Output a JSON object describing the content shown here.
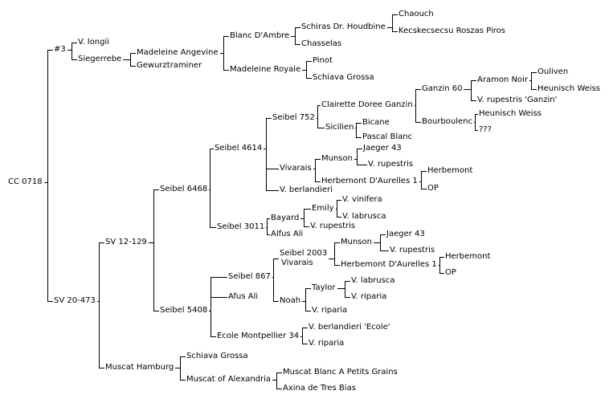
{
  "tree": {
    "name": "CC 0718",
    "children": [
      {
        "name": "#3",
        "children": [
          {
            "name": "V. longii"
          },
          {
            "name": "Siegerrebe",
            "children": [
              {
                "name": "Madeleine Angevine",
                "children": [
                  {
                    "name": "Blanc D'Ambre",
                    "children": [
                      {
                        "name": "Schiras Dr. Houdbine",
                        "children": [
                          {
                            "name": "Chaouch"
                          },
                          {
                            "name": "Kecskecsecsu Roszas Piros"
                          }
                        ]
                      },
                      {
                        "name": "Chasselas"
                      }
                    ]
                  },
                  {
                    "name": "Madeleine Royale",
                    "children": [
                      {
                        "name": "Pinot"
                      },
                      {
                        "name": "Schiava Grossa"
                      }
                    ]
                  }
                ]
              },
              {
                "name": "Gewurztraminer"
              }
            ]
          }
        ]
      },
      {
        "name": "SV 20-473",
        "children": [
          {
            "name": "SV 12-129",
            "children": [
              {
                "name": "Seibel 6468",
                "children": [
                  {
                    "name": "Seibel 4614",
                    "children": [
                      {
                        "name": "Seibel 752",
                        "children": [
                          {
                            "name": "Clairette Doree Ganzin",
                            "children": [
                              {
                                "name": "Ganzin 60",
                                "children": [
                                  {
                                    "name": "Aramon Noir",
                                    "children": [
                                      {
                                        "name": "Ouliven"
                                      },
                                      {
                                        "name": "Heunisch Weiss"
                                      }
                                    ]
                                  },
                                  {
                                    "name": "V. rupestris 'Ganzin'"
                                  }
                                ]
                              },
                              {
                                "name": "Bourboulenc",
                                "children": [
                                  {
                                    "name": "Heunisch Weiss"
                                  },
                                  {
                                    "name": "???"
                                  }
                                ]
                              }
                            ]
                          },
                          {
                            "name": "Sicilien",
                            "children": [
                              {
                                "name": "Bicane"
                              },
                              {
                                "name": "Pascal Blanc"
                              }
                            ]
                          }
                        ]
                      },
                      {
                        "name": "Vivarais",
                        "children": [
                          {
                            "name": "Munson",
                            "children": [
                              {
                                "name": "Jaeger 43"
                              },
                              {
                                "name": "V. rupestris"
                              }
                            ]
                          },
                          {
                            "name": "Herbemont D'Aurelles 1",
                            "children": [
                              {
                                "name": "Herbemont"
                              },
                              {
                                "name": "OP"
                              }
                            ]
                          }
                        ]
                      },
                      {
                        "name": "V. berlandieri"
                      }
                    ]
                  },
                  {
                    "name": "Seibel 3011",
                    "children": [
                      {
                        "name": "Bayard",
                        "children": [
                          {
                            "name": "Emily",
                            "children": [
                              {
                                "name": "V. vinifera"
                              },
                              {
                                "name": "V. labrusca"
                              }
                            ]
                          },
                          {
                            "name": "V. rupestris"
                          }
                        ]
                      },
                      {
                        "name": "Alfus Ali"
                      }
                    ]
                  }
                ]
              },
              {
                "name": "Seibel 5408",
                "children": [
                  {
                    "name": "Seibel 867",
                    "children": [
                      {
                        "name": "Seibel 2003 Vivarais",
                        "children": [
                          {
                            "name": "Munson",
                            "children": [
                              {
                                "name": "Jaeger 43"
                              },
                              {
                                "name": "V. rupestris"
                              }
                            ]
                          },
                          {
                            "name": "Herbemont D'Aurelles 1",
                            "children": [
                              {
                                "name": "Herbemont"
                              },
                              {
                                "name": "OP"
                              }
                            ]
                          }
                        ]
                      },
                      {
                        "name": "Noah",
                        "children": [
                          {
                            "name": "Taylor",
                            "children": [
                              {
                                "name": "V. labrusca"
                              },
                              {
                                "name": "V. riparia"
                              }
                            ]
                          },
                          {
                            "name": "V. riparia"
                          }
                        ]
                      }
                    ]
                  },
                  {
                    "name": "Afus Ali"
                  },
                  {
                    "name": "Ecole Montpellier 34",
                    "children": [
                      {
                        "name": "V. berlandieri 'Ecole'"
                      },
                      {
                        "name": "V. riparia"
                      }
                    ]
                  }
                ]
              }
            ]
          },
          {
            "name": "Muscat Hamburg",
            "children": [
              {
                "name": "Schiava Grossa"
              },
              {
                "name": "Muscat of Alexandria",
                "children": [
                  {
                    "name": "Muscat Blanc A Petits Grains"
                  },
                  {
                    "name": "Axina de Tres Bias"
                  }
                ]
              }
            ]
          }
        ]
      }
    ]
  }
}
